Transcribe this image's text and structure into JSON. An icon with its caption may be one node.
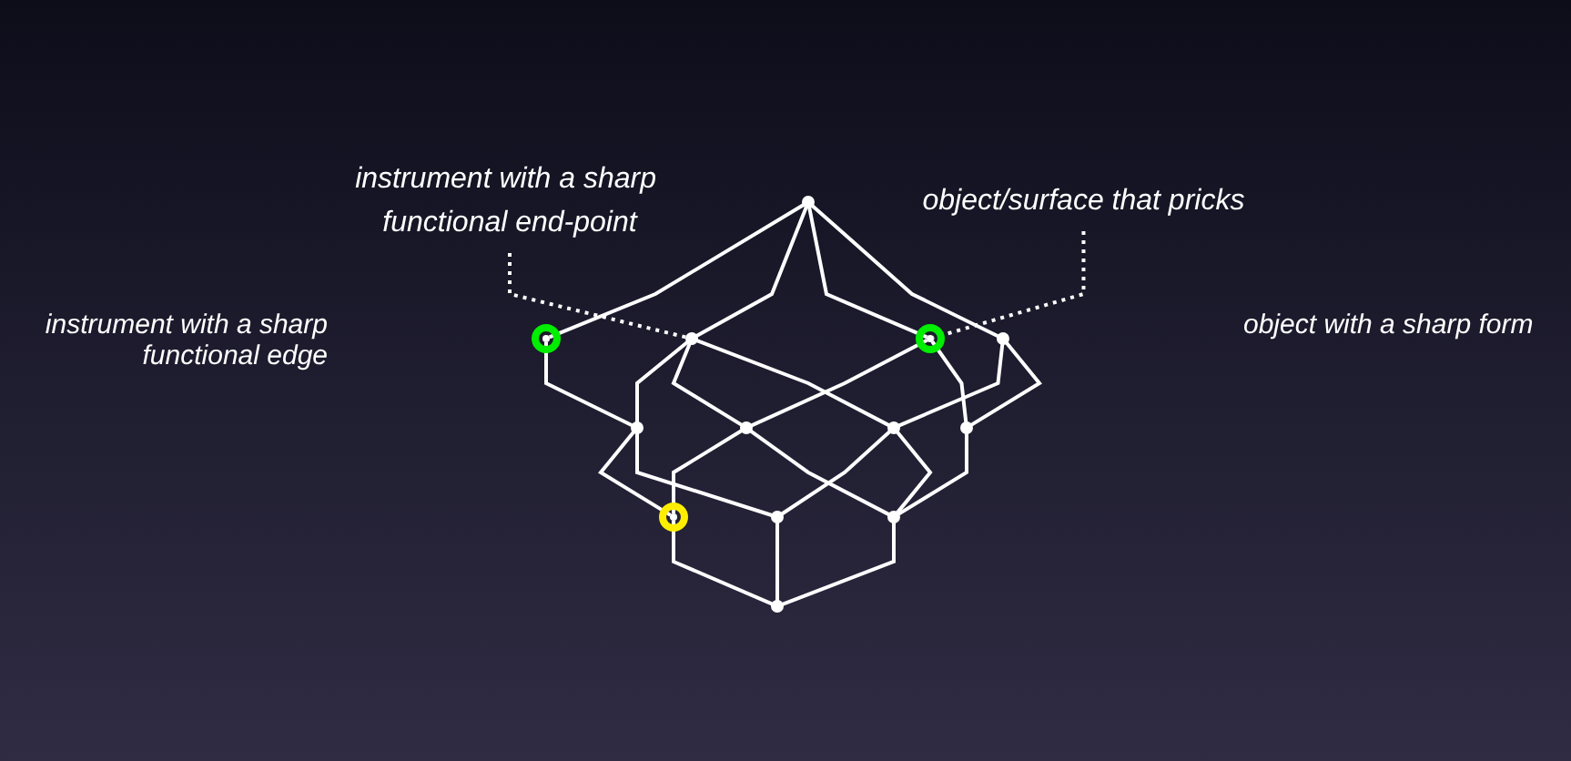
{
  "diagram": {
    "nodes": [
      {
        "text": [
          "instrument with a sharp functional end-point"
        ]
      },
      {
        "text": [],
        "shape": "circle"
      },
      {
        "text": [
          "object/surface that pricks"
        ]
      },
      {
        "text": [],
        "shape": "circle"
      },
      {
        "text": [],
        "shape": "circle"
      },
      {
        "text": [],
        "shape": "circle"
      },
      {
        "text": [],
        "shape": "circle"
      },
      {
        "text": [],
        "shape": "circle"
      },
      {
        "text": [],
        "shape": "circle"
      },
      {
        "text": [],
        "shape": "circle"
      },
      {
        "text": [],
        "shape": "circle"
      },
      {
        "text": [],
        "shape": "circle"
      },
      {
        "text": [],
        "shape": "circle"
      },
      {
        "text": [],
        "shape": "circle"
      },
      {
        "text": [],
        "shape": "circle"
      }
    ],
    "edges": [
      {
        "from": 0,
        "to": 4,
        "arrow": "none",
        "style": "dashed"
      },
      {
        "from": 2,
        "to": 5,
        "arrow": "none",
        "style": "dashed"
      },
      {
        "from": 1,
        "to": 3,
        "arrow": "none"
      },
      {
        "from": 1,
        "to": 4,
        "arrow": "none"
      },
      {
        "from": 1,
        "to": 5,
        "arrow": "none"
      },
      {
        "from": 1,
        "to": 6,
        "arrow": "none"
      },
      {
        "from": 3,
        "to": 7,
        "arrow": "none"
      },
      {
        "from": 4,
        "to": 7,
        "arrow": "none"
      },
      {
        "from": 4,
        "to": 8,
        "arrow": "none"
      },
      {
        "from": 4,
        "to": 9,
        "arrow": "none"
      },
      {
        "from": 5,
        "to": 8,
        "arrow": "none"
      },
      {
        "from": 5,
        "to": 10,
        "arrow": "none"
      },
      {
        "from": 6,
        "to": 9,
        "arrow": "none"
      },
      {
        "from": 6,
        "to": 10,
        "arrow": "none"
      },
      {
        "from": 7,
        "to": 11,
        "arrow": "none"
      },
      {
        "from": 7,
        "to": 12,
        "arrow": "none"
      },
      {
        "from": 8,
        "to": 11,
        "arrow": "none"
      },
      {
        "from": 8,
        "to": 13,
        "arrow": "none"
      },
      {
        "from": 9,
        "to": 12,
        "arrow": "none"
      },
      {
        "from": 9,
        "to": 13,
        "arrow": "none"
      },
      {
        "from": 10,
        "to": 13,
        "arrow": "none"
      },
      {
        "from": 11,
        "to": 14,
        "arrow": "none"
      },
      {
        "from": 12,
        "to": 14,
        "arrow": "none"
      },
      {
        "from": 13,
        "to": 14,
        "arrow": "none"
      }
    ],
    "labels": [
      "instrument with a sharp functional edge",
      "object with a sharp form"
    ]
  }
}
